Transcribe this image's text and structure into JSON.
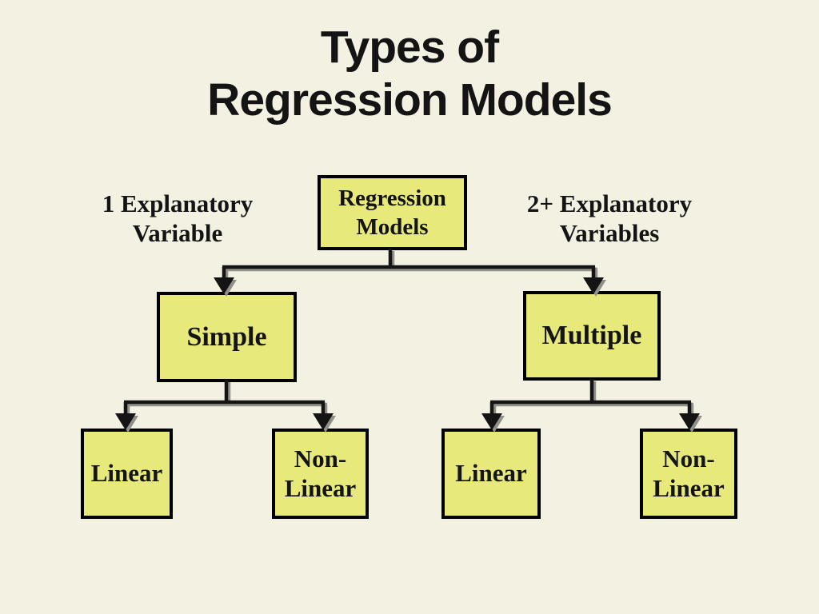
{
  "title": {
    "line1": "Types of",
    "line2": "Regression Models"
  },
  "annotations": {
    "left": "1 Explanatory\nVariable",
    "right": "2+ Explanatory\nVariables"
  },
  "diagram": {
    "root": {
      "label": "Regression\nModels"
    },
    "children": [
      {
        "label": "Simple",
        "children": [
          {
            "label": "Linear"
          },
          {
            "label": "Non-\nLinear"
          }
        ]
      },
      {
        "label": "Multiple",
        "children": [
          {
            "label": "Linear"
          },
          {
            "label": "Non-\nLinear"
          }
        ]
      }
    ]
  },
  "colors": {
    "background": "#f2f1e2",
    "node_fill": "#e7e97a",
    "node_border": "#000000",
    "connector": "#141414",
    "connector_shadow": "#91918a",
    "text": "#141414"
  }
}
